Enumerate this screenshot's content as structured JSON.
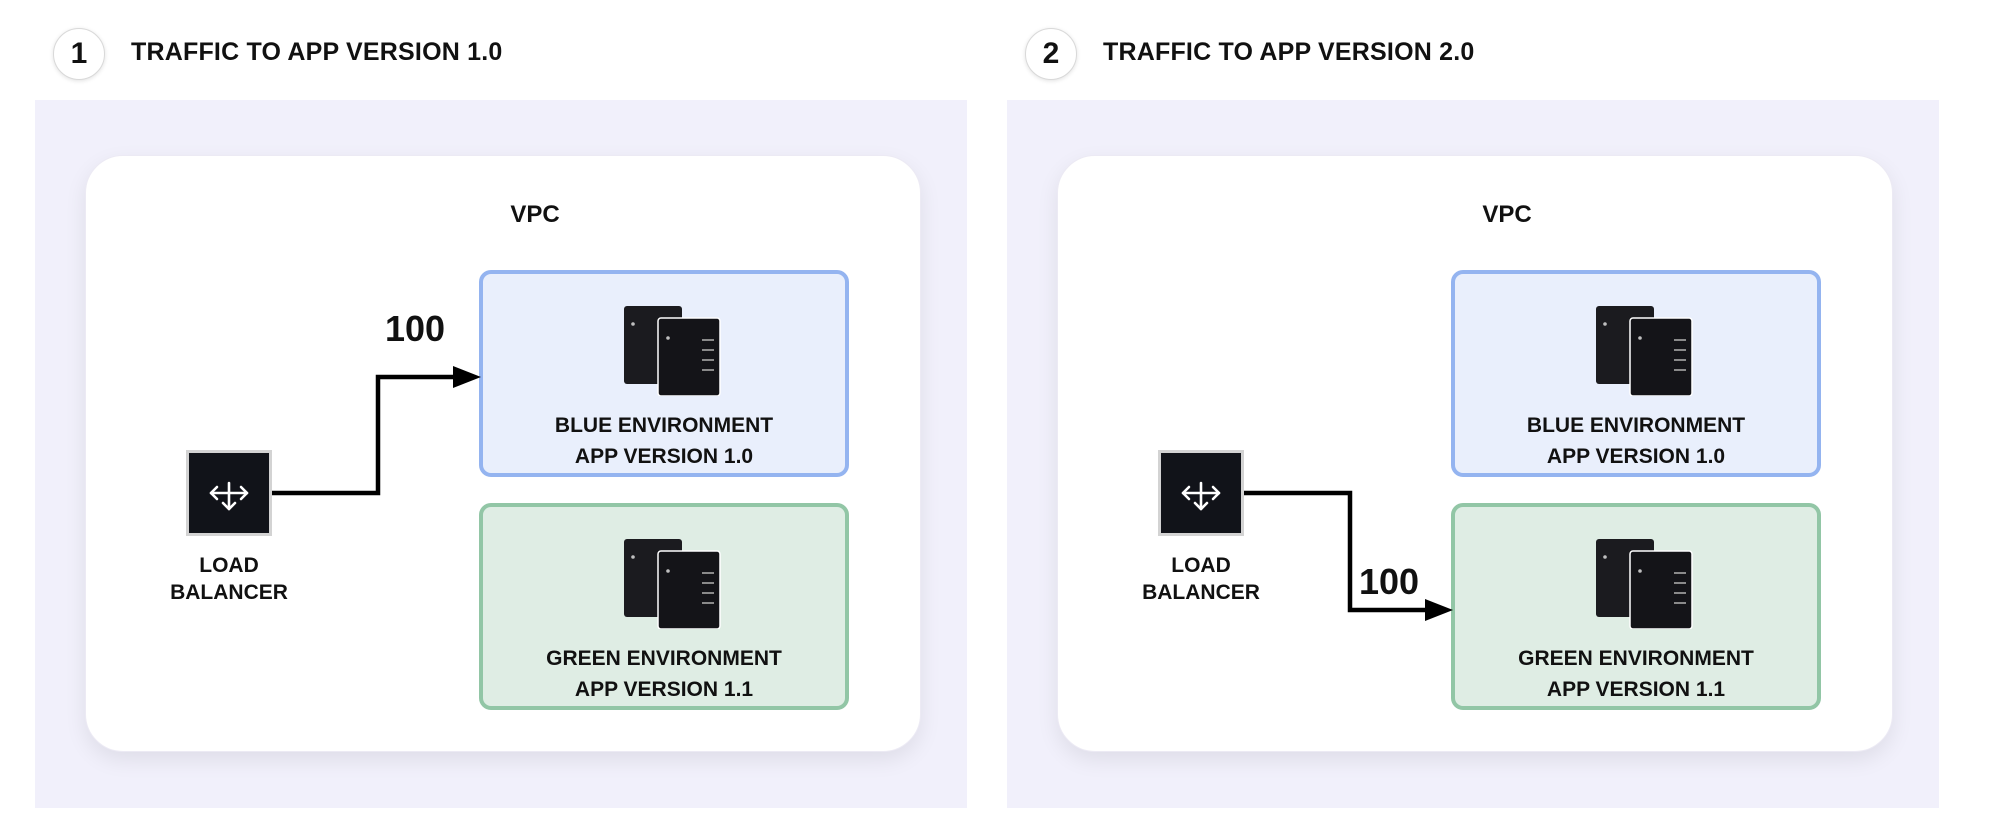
{
  "colors": {
    "panel_bg": "#f1f0fb",
    "blue_env_bg": "#e9effc",
    "blue_env_border": "#94b4f0",
    "green_env_bg": "#dfede4",
    "green_env_border": "#92c6a6",
    "arrow": "#000000",
    "load_balancer_bg": "#111319"
  },
  "panels": [
    {
      "step": "1",
      "title": "TRAFFIC TO APP VERSION 1.0",
      "vpc_label": "VPC",
      "blue_environment": {
        "name": "BLUE ENVIRONMENT",
        "version": "APP VERSION 1.0",
        "icon": "server-stack-icon"
      },
      "green_environment": {
        "name": "GREEN ENVIRONMENT",
        "version": "APP VERSION 1.1",
        "icon": "server-stack-icon"
      },
      "load_balancer": {
        "line1": "LOAD",
        "line2": "BALANCER",
        "icon": "move-arrows-icon"
      },
      "traffic": {
        "value": "100",
        "target": "blue"
      }
    },
    {
      "step": "2",
      "title": "TRAFFIC TO APP VERSION 2.0",
      "vpc_label": "VPC",
      "blue_environment": {
        "name": "BLUE ENVIRONMENT",
        "version": "APP VERSION 1.0",
        "icon": "server-stack-icon"
      },
      "green_environment": {
        "name": "GREEN ENVIRONMENT",
        "version": "APP VERSION 1.1",
        "icon": "server-stack-icon"
      },
      "load_balancer": {
        "line1": "LOAD",
        "line2": "BALANCER",
        "icon": "move-arrows-icon"
      },
      "traffic": {
        "value": "100",
        "target": "green"
      }
    }
  ]
}
